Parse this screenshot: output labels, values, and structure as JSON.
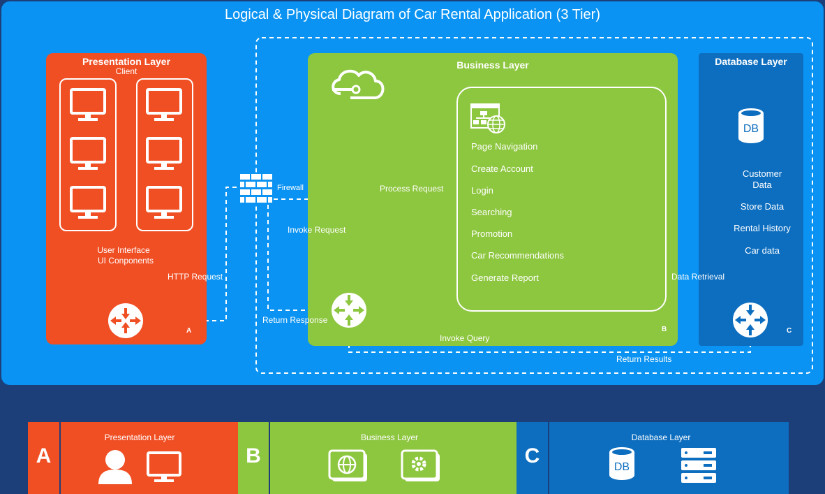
{
  "title": "Logical & Physical Diagram of Car Rental Application (3 Tier)",
  "presentation": {
    "title": "Presentation Layer",
    "subtitle": "Client",
    "caption_line1": "User Interface",
    "caption_line2": "UI Conponents",
    "corner": "A"
  },
  "business": {
    "title": "Business Layer",
    "functions": [
      "Page Navigation",
      "Create Account",
      "Login",
      "Searching",
      "Promotion",
      "Car Recommendations",
      "Generate Report"
    ],
    "corner": "B"
  },
  "database": {
    "title": "Database Layer",
    "db_icon_text": "DB",
    "items": [
      "Customer",
      "Data",
      "Store Data",
      "Rental History",
      "Car data"
    ],
    "corner": "C"
  },
  "flows": {
    "firewall": "Firewall",
    "http_request": "HTTP Request",
    "invoke_request": "Invoke Request",
    "process_request": "Process Request",
    "return_response": "Return Response",
    "invoke_query": "Invoke Query",
    "data_retrieval": "Data Retrieval",
    "return_results": "Return Results"
  },
  "legend": [
    {
      "letter": "A",
      "label": "Presentation Layer",
      "color": "#f04f24",
      "dark": "#f04f24"
    },
    {
      "letter": "B",
      "label": "Business Layer",
      "color": "#8dc63f",
      "dark": "#8dc63f"
    },
    {
      "letter": "C",
      "label": "Database Layer",
      "color": "#0d6ebf",
      "dark": "#0d6ebf"
    }
  ],
  "legend_db_icon_text": "DB",
  "colors": {
    "background": "#1c3f7a",
    "main_panel": "#0a93f2",
    "presentation": "#f04f24",
    "business": "#8dc63f",
    "database": "#0d6ebf"
  }
}
